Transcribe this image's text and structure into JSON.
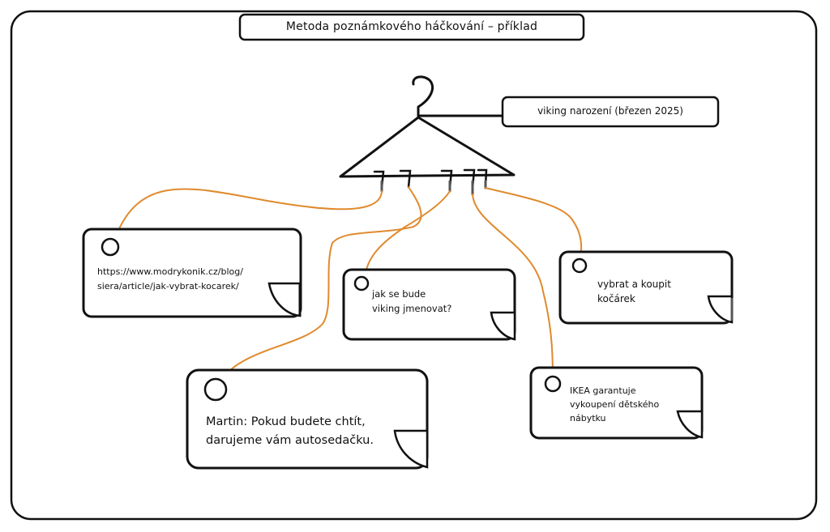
{
  "title": "Metoda poznámkového háčkování – příklad",
  "hanger_label": "viking narození (březen 2025)",
  "notes": [
    {
      "id": "url",
      "lines": [
        "https://www.modrykonik.cz/blog/",
        "siera/article/jak-vybrat-kocarek/"
      ]
    },
    {
      "id": "name",
      "lines": [
        "jak se bude",
        "viking jmenovat?"
      ]
    },
    {
      "id": "martin",
      "lines": [
        "Martin: Pokud budete chtít,",
        "darujeme vám autosedačku."
      ]
    },
    {
      "id": "buy",
      "lines": [
        "vybrat a koupit",
        "kočárek"
      ]
    },
    {
      "id": "ikea",
      "lines": [
        "IKEA garantuje",
        "vykoupení dětského",
        "nábytku"
      ]
    }
  ],
  "colors": {
    "stroke": "#111111",
    "string": "#e08a2e",
    "hook": "#555555",
    "background": "#ffffff"
  },
  "icons": [
    "hanger-icon",
    "hook-icon",
    "folded-corner-icon",
    "pin-hole-icon"
  ]
}
